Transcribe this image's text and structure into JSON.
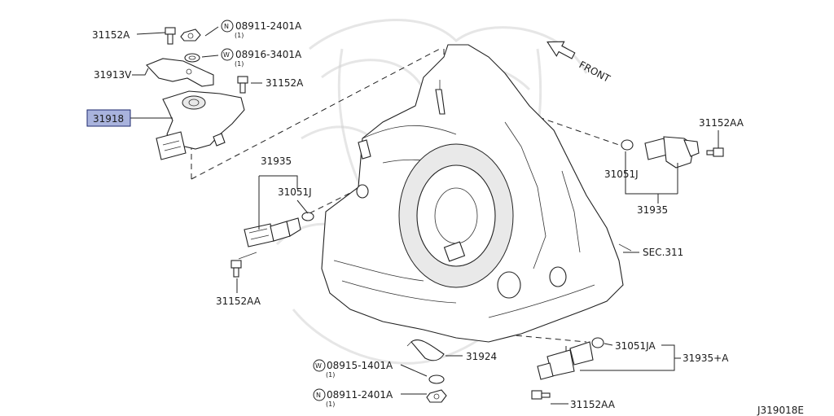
{
  "diagram_id": "J319018E",
  "front_label": "FRONT",
  "highlight_color": "#a9b3dd",
  "labels": {
    "l_31152A_top": "31152A",
    "l_08911_top": "08911-2401A",
    "l_08911_top_qty": "(1)",
    "l_08911_top_prefix": "N",
    "l_08916": "08916-3401A",
    "l_08916_qty": "(1)",
    "l_08916_prefix": "W",
    "l_31913V": "31913V",
    "l_31152A_mid": "31152A",
    "l_31918": "31918",
    "l_31935_left": "31935",
    "l_31051J_left": "31051J",
    "l_31152AA_left": "31152AA",
    "l_31152AA_right": "31152AA",
    "l_31051J_right": "31051J",
    "l_31935_right": "31935",
    "l_sec311": "SEC.311",
    "l_31924": "31924",
    "l_08915": "08915-1401A",
    "l_08915_qty": "(1)",
    "l_08915_prefix": "W",
    "l_08911_bot": "08911-2401A",
    "l_08911_bot_qty": "(1)",
    "l_08911_bot_prefix": "N",
    "l_31051JA": "31051JA",
    "l_31935A": "31935+A",
    "l_31152AA_bot": "31152AA"
  }
}
